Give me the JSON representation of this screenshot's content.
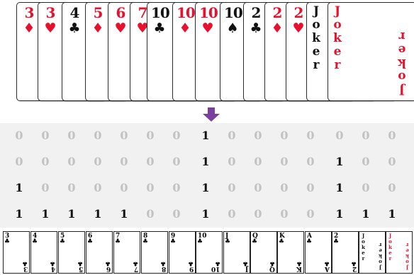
{
  "colors": {
    "red": "#e8112d",
    "black": "#111111",
    "arrow": "#7b3fa0",
    "zero": "#c2c2c2",
    "grid_bg": "#f1f1f1"
  },
  "hand": [
    {
      "rank": "3",
      "suit": "♦",
      "suit_name": "diamond-icon",
      "color": "red"
    },
    {
      "rank": "3",
      "suit": "♥",
      "suit_name": "heart-icon",
      "color": "red"
    },
    {
      "rank": "4",
      "suit": "♣",
      "suit_name": "club-icon",
      "color": "black"
    },
    {
      "rank": "5",
      "suit": "♦",
      "suit_name": "diamond-icon",
      "color": "red"
    },
    {
      "rank": "6",
      "suit": "♥",
      "suit_name": "heart-icon",
      "color": "red"
    },
    {
      "rank": "7",
      "suit": "♥",
      "suit_name": "heart-icon",
      "color": "red"
    },
    {
      "rank": "10",
      "suit": "♣",
      "suit_name": "club-icon",
      "color": "black"
    },
    {
      "rank": "10",
      "suit": "♦",
      "suit_name": "diamond-icon",
      "color": "red"
    },
    {
      "rank": "10",
      "suit": "♥",
      "suit_name": "heart-icon",
      "color": "red"
    },
    {
      "rank": "10",
      "suit": "♠",
      "suit_name": "spade-icon",
      "color": "black"
    },
    {
      "rank": "2",
      "suit": "♣",
      "suit_name": "club-icon",
      "color": "black"
    },
    {
      "rank": "2",
      "suit": "♦",
      "suit_name": "diamond-icon",
      "color": "red"
    },
    {
      "rank": "2",
      "suit": "♥",
      "suit_name": "heart-icon",
      "color": "red"
    },
    {
      "rank": "",
      "suit": "",
      "suit_name": "",
      "color": "black",
      "joker": [
        "J",
        "o",
        "k",
        "e",
        "r"
      ]
    },
    {
      "rank": "",
      "suit": "",
      "suit_name": "",
      "color": "red",
      "joker": [
        "J",
        "o",
        "k",
        "e",
        "r"
      ],
      "big": true
    }
  ],
  "arrow_icon": "down-arrow-icon",
  "matrix": [
    [
      "0",
      "0",
      "0",
      "0",
      "0",
      "0",
      "0",
      "1",
      "0",
      "0",
      "0",
      "0",
      "0",
      "0",
      "0"
    ],
    [
      "0",
      "0",
      "0",
      "0",
      "0",
      "0",
      "0",
      "1",
      "0",
      "0",
      "0",
      "0",
      "1",
      "0",
      "0"
    ],
    [
      "1",
      "0",
      "0",
      "0",
      "0",
      "0",
      "0",
      "1",
      "0",
      "0",
      "0",
      "0",
      "1",
      "0",
      "0"
    ],
    [
      "1",
      "1",
      "1",
      "1",
      "1",
      "0",
      "0",
      "1",
      "0",
      "0",
      "0",
      "0",
      "1",
      "1",
      "1"
    ]
  ],
  "reference": [
    {
      "rank": "3",
      "suit": "♣"
    },
    {
      "rank": "4",
      "suit": "♣"
    },
    {
      "rank": "5",
      "suit": "♣"
    },
    {
      "rank": "6",
      "suit": "♣"
    },
    {
      "rank": "7",
      "suit": "♣"
    },
    {
      "rank": "8",
      "suit": "♣"
    },
    {
      "rank": "9",
      "suit": "♣"
    },
    {
      "rank": "10",
      "suit": "♣"
    },
    {
      "rank": "J",
      "suit": "♣"
    },
    {
      "rank": "Q",
      "suit": "♣"
    },
    {
      "rank": "K",
      "suit": "♣"
    },
    {
      "rank": "A",
      "suit": "♣"
    },
    {
      "rank": "2",
      "suit": "♣"
    },
    {
      "rank": "",
      "suit": "",
      "joker": [
        "J",
        "o",
        "k",
        "e",
        "r"
      ],
      "color": "black"
    },
    {
      "rank": "",
      "suit": "",
      "joker": [
        "J",
        "o",
        "k",
        "e",
        "r"
      ],
      "color": "red"
    }
  ]
}
